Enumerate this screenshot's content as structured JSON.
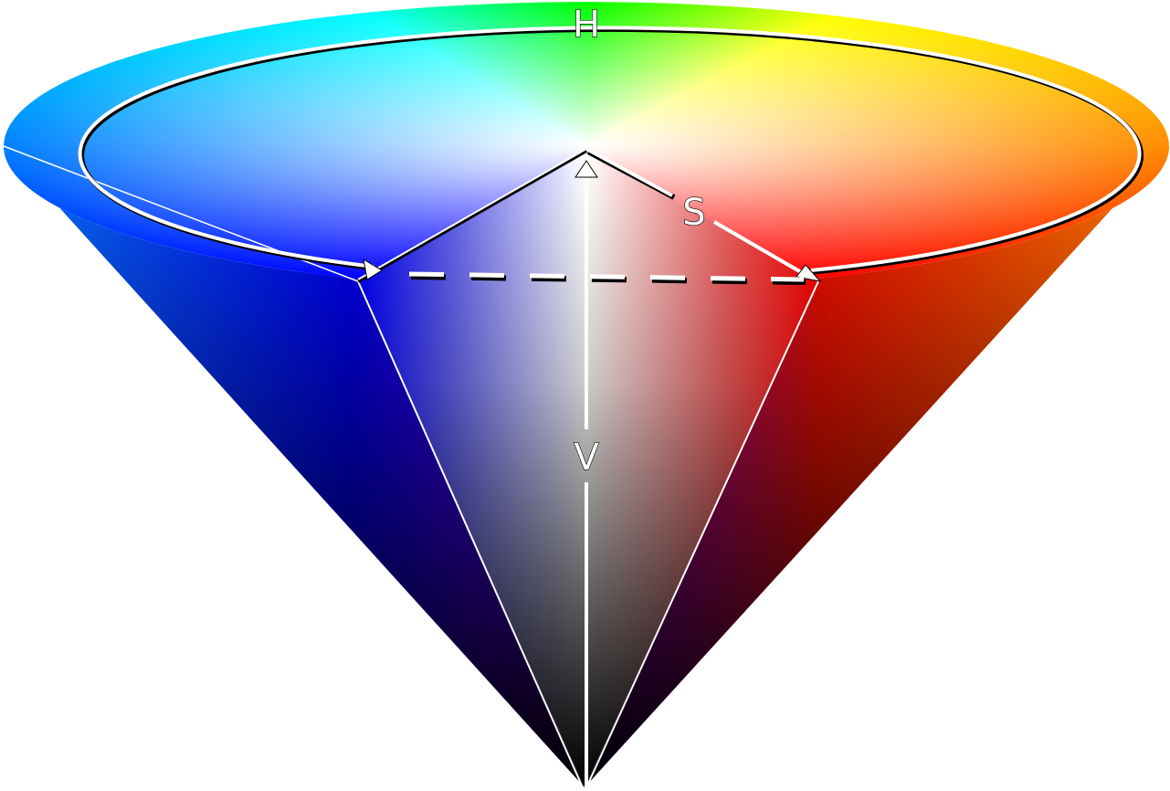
{
  "diagram": {
    "labels": {
      "hue": "H",
      "saturation": "S",
      "value": "V"
    },
    "colors": {
      "hue_stops": [
        "#00ff00",
        "#ffff00",
        "#ff8c00",
        "#ff0000",
        "#ff00ff",
        "#0000ff",
        "#0080ff",
        "#00ffff",
        "#00ff00"
      ],
      "cutaway_left": "#0000ff",
      "cutaway_right": "#ff0000",
      "apex": "#000000",
      "annotation": "#ffffff"
    }
  }
}
